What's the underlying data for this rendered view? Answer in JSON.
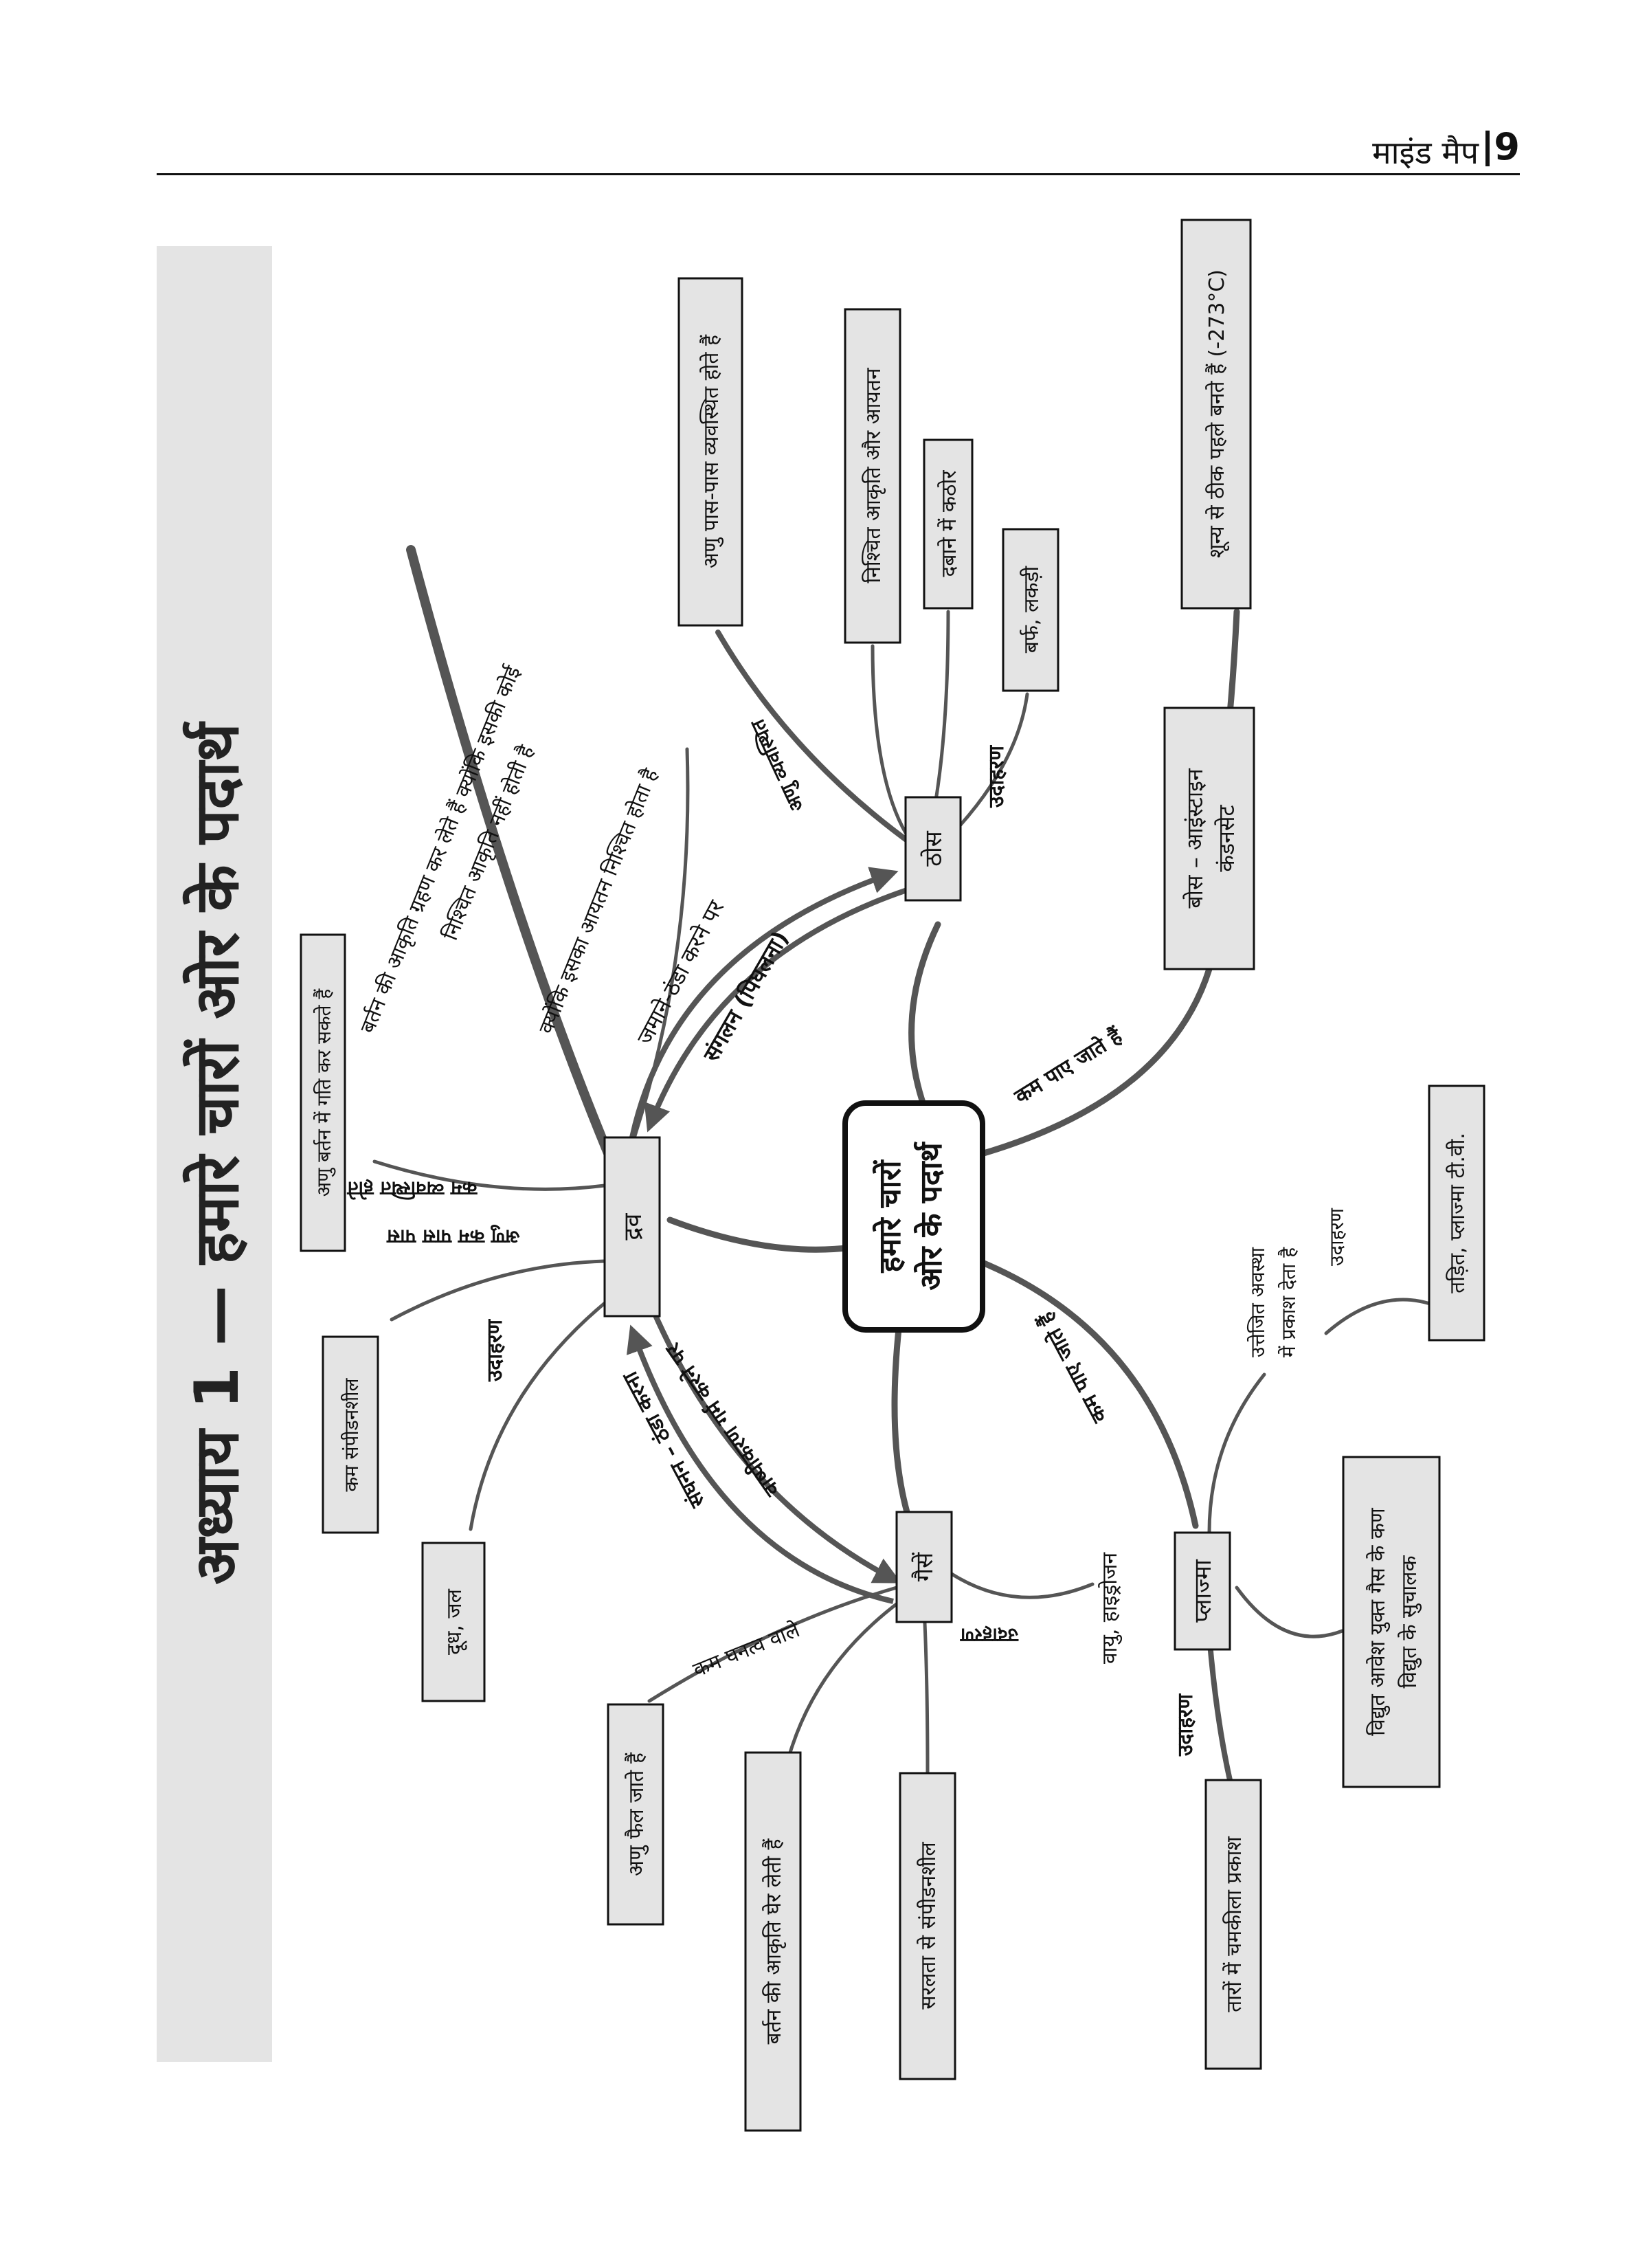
{
  "header": {
    "title": "माइंड मैप",
    "page_number": "9"
  },
  "chapter_title": "अध्याय 1 — हमारे चारों ओर के पदार्थ",
  "center": {
    "line1": "हमारे चारों",
    "line2": "ओर के पदार्थ"
  },
  "nodes": {
    "liquid": "द्रव",
    "solid": "ठोस",
    "gas": "गैसें",
    "plasma": "प्लाज्मा",
    "bec_line1": "बोस – आइंस्टाइन",
    "bec_line2": "कंडनसेट"
  },
  "liquid_branch": {
    "fact_box": "अणु बर्तन में गति कर सकते हैं",
    "fact_label_1": "कम व्यवस्थित होते",
    "fact_label_2": "अणु कम पास पास",
    "shape_line_1": "बर्तन की आकृति ग्रहण कर लेते हैं क्योंकि इसकी कोई",
    "shape_line_2": "निश्चित आकृति नहीं होती है",
    "volume_line": "क्योंकि इसका आयतन निश्चित होता है",
    "examples_label": "उदाहरण",
    "compress_box": "कम संपीडनशील",
    "example_box": "दूध, जल"
  },
  "transitions": {
    "freezing": "जमाने-ठंडा करने पर",
    "melting": "संगलन (पिघलना)",
    "evaporation": "वाष्पीकरण गर्म करने पर",
    "condensation": "संघनन – ठंडा करना"
  },
  "solid_branch": {
    "arranged_box": "अणु पास-पास व्यवस्थित होते हैं",
    "shape_box": "निश्चित आकृति और आयतन",
    "hard_box": "दबाने में कठोर",
    "example_box": "बर्फ, लकड़ी",
    "arranged_label": "अणु व्यवस्थित",
    "examples_label": "उदाहरण"
  },
  "gas_branch": {
    "spread_box": "अणु फैल जाते हैं",
    "density_label": "कम घनत्व वाले",
    "container_box": "बर्तन की आकृति घेर लेती हैं",
    "compress_box": "सरलता से संपीडनशील",
    "examples_label": "उदाहरण",
    "examples_text": "वायु, हाइड्रोजन"
  },
  "plasma_branch": {
    "link_label": "कम पाए जाते हैं",
    "excited_line_1": "उत्तेजित अवस्था",
    "excited_line_2": "में प्रकाश देता है",
    "examples_label": "उदाहरण",
    "examples_box": "तड़ित, प्लाज्मा टी.वी.",
    "conductor_line_1": "विद्युत आवेश युक्त गैस के कण",
    "conductor_line_2": "विद्युत के सुचालक",
    "stars_examples_label": "उदाहरण",
    "stars_box": "तारों में चमकीला प्रकाश"
  },
  "bec_branch": {
    "link_label": "कम पाए जाते हैं",
    "info_box": "शून्य से ठीक पहले बनते हैं (-273°C)"
  }
}
